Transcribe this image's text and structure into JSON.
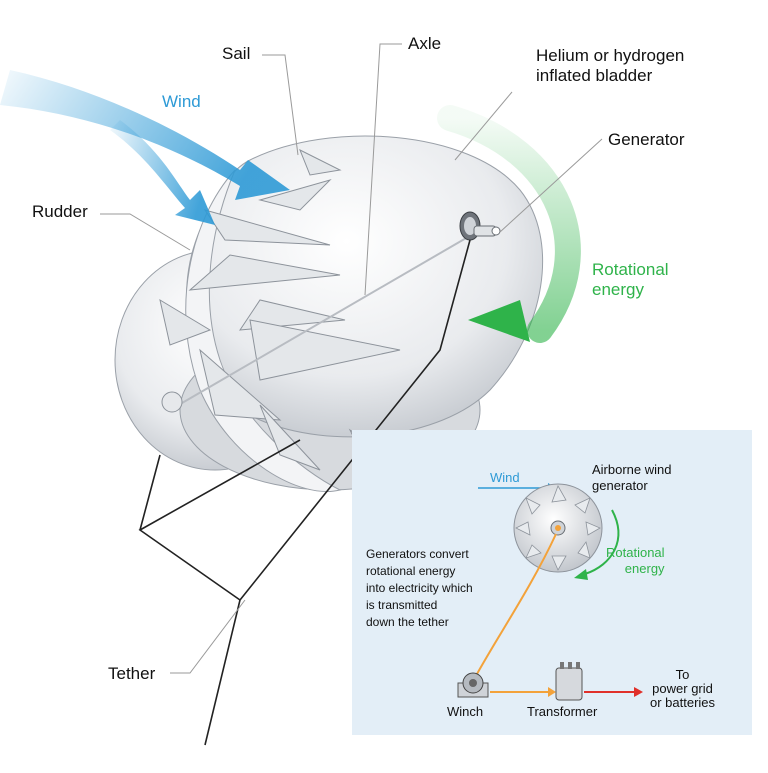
{
  "main": {
    "labels": {
      "sail": "Sail",
      "axle": "Axle",
      "bladder": "Helium or hydrogen\ninflated bladder",
      "wind": "Wind",
      "generator": "Generator",
      "rudder": "Rudder",
      "rotational_energy": "Rotational\nenergy",
      "tether": "Tether"
    }
  },
  "inset": {
    "wind": "Wind",
    "title": "Airborne wind\ngenerator",
    "description": "Generators convert\nrotational energy\ninto electricity which\nis transmitted\ndown the tether",
    "rotational_energy": "Rotational\nenergy",
    "winch": "Winch",
    "transformer": "Transformer",
    "destination": "To\npower grid\nor batteries"
  },
  "colors": {
    "wind_blue": "#2e9ad6",
    "energy_green": "#2fb34a",
    "inset_bg": "#e3eef7",
    "tether_orange": "#f3a23a",
    "power_red": "#e0302a"
  }
}
